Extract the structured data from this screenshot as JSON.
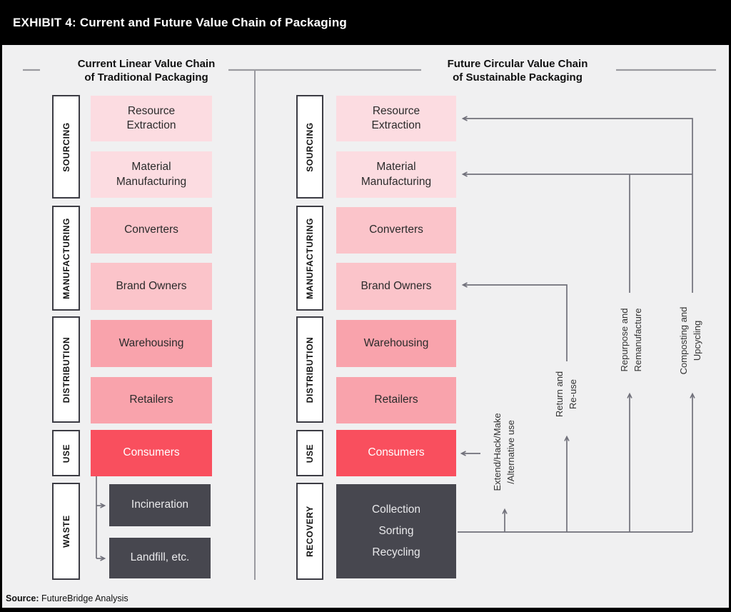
{
  "header": {
    "title": "EXHIBIT 4: Current and Future Value Chain of Packaging"
  },
  "left_chain": {
    "title_line1": "Current Linear Value Chain",
    "title_line2": "of Traditional Packaging",
    "stages": [
      "SOURCING",
      "MANUFACTURING",
      "DISTRIBUTION",
      "USE",
      "WASTE"
    ],
    "boxes": [
      "Resource Extraction",
      "Material Manufacturing",
      "Converters",
      "Brand Owners",
      "Warehousing",
      "Retailers",
      "Consumers"
    ],
    "waste_boxes": [
      "Incineration",
      "Landfill, etc."
    ]
  },
  "right_chain": {
    "title_line1": "Future Circular Value Chain",
    "title_line2": "of Sustainable Packaging",
    "stages": [
      "SOURCING",
      "MANUFACTURING",
      "DISTRIBUTION",
      "USE",
      "RECOVERY"
    ],
    "boxes": [
      "Resource Extraction",
      "Material Manufacturing",
      "Converters",
      "Brand Owners",
      "Warehousing",
      "Retailers",
      "Consumers"
    ],
    "recovery_lines": [
      "Collection",
      "Sorting",
      "Recycling"
    ],
    "flow_labels": {
      "extend_line1": "Extend/Hack/Make",
      "extend_line2": "/Alternative use",
      "return_line1": "Return and",
      "return_line2": "Re-use",
      "repurpose_line1": "Repurpose and",
      "repurpose_line2": "Remanufacture",
      "composting_line1": "Composting and",
      "composting_line2": "Upcycling"
    }
  },
  "footer": {
    "source_label": "Source:",
    "source_text": "FutureBridge Analysis"
  },
  "colors": {
    "light_pink": "#fcdce1",
    "mid_pink": "#fbc4ca",
    "dark_pink": "#f9a3ac",
    "consumer_red": "#f94f5e",
    "slate_gray": "#47474f",
    "arrow_gray": "#70707a",
    "rule_gray": "#9a9aa0",
    "background_gray": "#f0f0f1",
    "frame_black": "#000000"
  }
}
